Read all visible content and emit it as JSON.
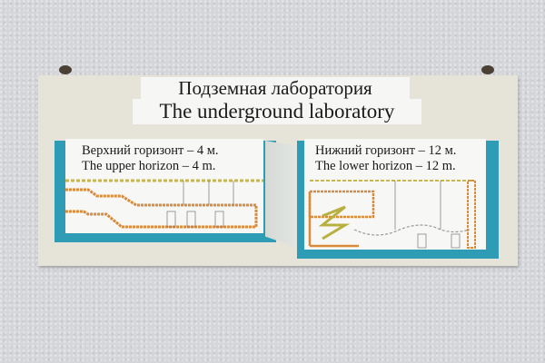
{
  "sign": {
    "title_ru": "Подземная лаборатория",
    "title_en": "The underground laboratory",
    "upper": {
      "label_ru": "Верхний горизонт – 4 м.",
      "label_en": "The upper horizon – 4 m."
    },
    "lower": {
      "label_ru": "Нижний горизонт – 12 м.",
      "label_en": "The lower horizon – 12 m."
    }
  },
  "colors": {
    "wall": "#d4d6da",
    "board": "#e6e3d8",
    "accent_blue": "#2f9cb6",
    "tunnel_orange": "#d98a3a",
    "ground_yellow": "#c8b64a"
  }
}
